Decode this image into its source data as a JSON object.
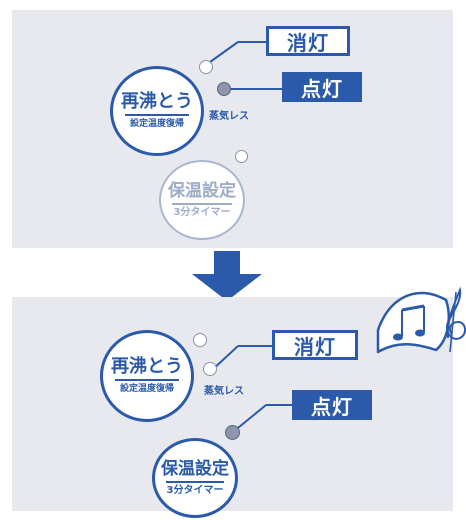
{
  "top_panel": {
    "off_label": "消灯",
    "on_label": "点灯",
    "reboil_button": {
      "line1": "再沸とう",
      "line2": "設定温度復帰"
    },
    "steamless_label": "蒸気レス",
    "keepwarm_button": {
      "line1": "保温設定",
      "line2": "3分タイマー"
    }
  },
  "bottom_panel": {
    "off_label": "消灯",
    "on_label": "点灯",
    "reboil_button": {
      "line1": "再沸とう",
      "line2": "設定温度復帰"
    },
    "steamless_label": "蒸気レス",
    "keepwarm_button": {
      "line1": "保温設定",
      "line2": "3分タイマー"
    }
  },
  "arrow_direction": "down",
  "colors": {
    "accent_blue": "#2a5aa9",
    "panel_gray": "#e7e9ef",
    "lamp_lit": "#8d96ad",
    "faded_button": "#a9b6cf"
  },
  "icons": [
    "music-note-icon",
    "treble-clef-icon"
  ]
}
